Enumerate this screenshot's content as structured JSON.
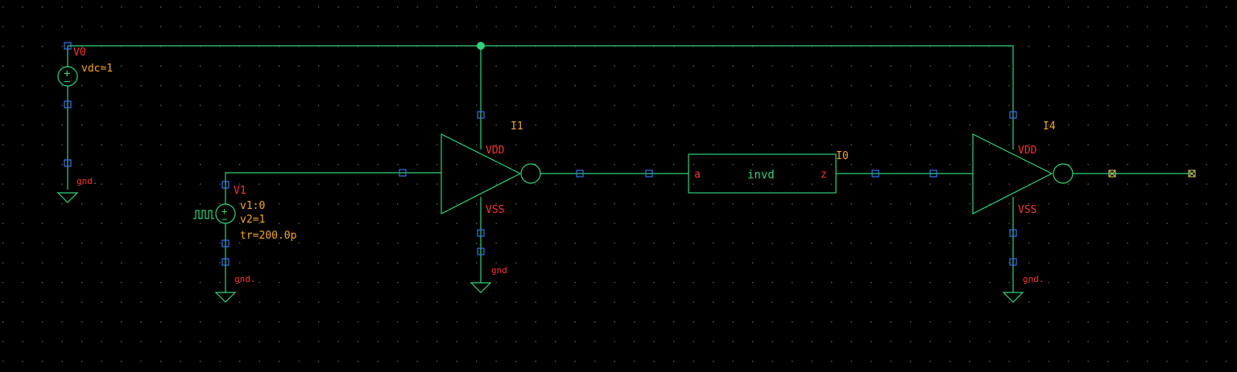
{
  "colors": {
    "background": "#000000",
    "wire": "#2fd37a",
    "pin": "#3a7bff",
    "label_red": "#ff3030",
    "label_orange": "#f5a623",
    "grid_dot": "#6a6a6a"
  },
  "sources": {
    "v0": {
      "name": "V0",
      "param": "vdc=1",
      "gnd": "gnd."
    },
    "v1": {
      "name": "V1",
      "params": [
        "v1:0",
        "v2=1",
        "tr=200.0p"
      ],
      "gnd": "gnd."
    }
  },
  "instances": {
    "i1": {
      "name": "I1",
      "vdd": "VDD",
      "vss": "VSS",
      "gnd": "gnd"
    },
    "i0": {
      "name": "I0",
      "cell": "invd",
      "pin_in": "a",
      "pin_out": "z"
    },
    "i4": {
      "name": "I4",
      "vdd": "VDD",
      "vss": "VSS",
      "gnd": "gnd."
    }
  }
}
